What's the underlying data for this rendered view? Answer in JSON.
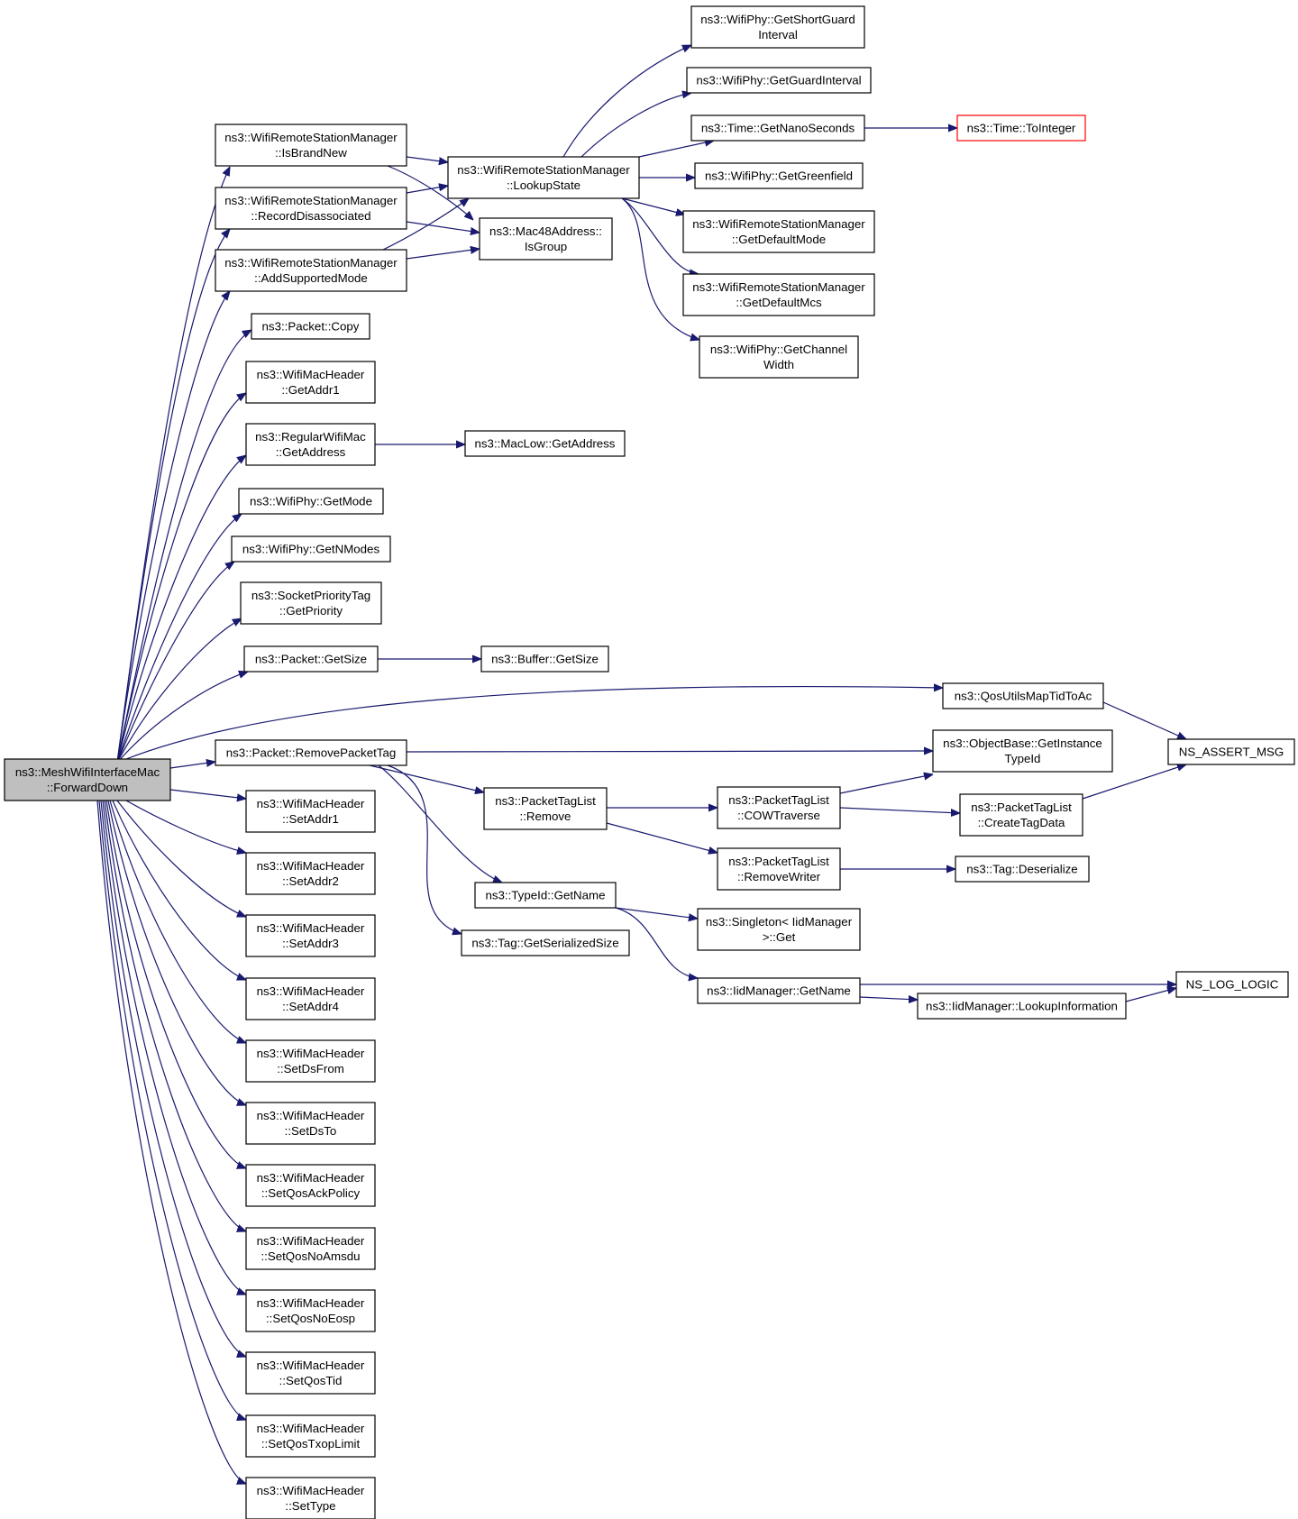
{
  "colors": {
    "edge": "#191970",
    "root_fill": "#bfbfbf",
    "node_border": "#000000",
    "truncated_border": "#ff0000"
  },
  "nodes": [
    {
      "id": "root",
      "lines": [
        "ns3::MeshWifiInterfaceMac",
        "::ForwardDown"
      ],
      "style": "root"
    },
    {
      "id": "isBrandNew",
      "lines": [
        "ns3::WifiRemoteStationManager",
        "::IsBrandNew"
      ]
    },
    {
      "id": "recordDisassoc",
      "lines": [
        "ns3::WifiRemoteStationManager",
        "::RecordDisassociated"
      ]
    },
    {
      "id": "addSupportedMode",
      "lines": [
        "ns3::WifiRemoteStationManager",
        "::AddSupportedMode"
      ]
    },
    {
      "id": "packetCopy",
      "lines": [
        "ns3::Packet::Copy"
      ]
    },
    {
      "id": "getAddr1",
      "lines": [
        "ns3::WifiMacHeader",
        "::GetAddr1"
      ]
    },
    {
      "id": "regularGetAddress",
      "lines": [
        "ns3::RegularWifiMac",
        "::GetAddress"
      ]
    },
    {
      "id": "phyGetMode",
      "lines": [
        "ns3::WifiPhy::GetMode"
      ]
    },
    {
      "id": "phyGetNModes",
      "lines": [
        "ns3::WifiPhy::GetNModes"
      ]
    },
    {
      "id": "socketPriority",
      "lines": [
        "ns3::SocketPriorityTag",
        "::GetPriority"
      ]
    },
    {
      "id": "packetGetSize",
      "lines": [
        "ns3::Packet::GetSize"
      ]
    },
    {
      "id": "removePacketTag",
      "lines": [
        "ns3::Packet::RemovePacketTag"
      ]
    },
    {
      "id": "setAddr1",
      "lines": [
        "ns3::WifiMacHeader",
        "::SetAddr1"
      ]
    },
    {
      "id": "setAddr2",
      "lines": [
        "ns3::WifiMacHeader",
        "::SetAddr2"
      ]
    },
    {
      "id": "setAddr3",
      "lines": [
        "ns3::WifiMacHeader",
        "::SetAddr3"
      ]
    },
    {
      "id": "setAddr4",
      "lines": [
        "ns3::WifiMacHeader",
        "::SetAddr4"
      ]
    },
    {
      "id": "setDsFrom",
      "lines": [
        "ns3::WifiMacHeader",
        "::SetDsFrom"
      ]
    },
    {
      "id": "setDsTo",
      "lines": [
        "ns3::WifiMacHeader",
        "::SetDsTo"
      ]
    },
    {
      "id": "setQosAckPolicy",
      "lines": [
        "ns3::WifiMacHeader",
        "::SetQosAckPolicy"
      ]
    },
    {
      "id": "setQosNoAmsdu",
      "lines": [
        "ns3::WifiMacHeader",
        "::SetQosNoAmsdu"
      ]
    },
    {
      "id": "setQosNoEosp",
      "lines": [
        "ns3::WifiMacHeader",
        "::SetQosNoEosp"
      ]
    },
    {
      "id": "setQosTid",
      "lines": [
        "ns3::WifiMacHeader",
        "::SetQosTid"
      ]
    },
    {
      "id": "setQosTxopLimit",
      "lines": [
        "ns3::WifiMacHeader",
        "::SetQosTxopLimit"
      ]
    },
    {
      "id": "setType",
      "lines": [
        "ns3::WifiMacHeader",
        "::SetType"
      ]
    },
    {
      "id": "lookupState",
      "lines": [
        "ns3::WifiRemoteStationManager",
        "::LookupState"
      ]
    },
    {
      "id": "isGroup",
      "lines": [
        "ns3::Mac48Address::",
        "IsGroup"
      ]
    },
    {
      "id": "macLowGetAddress",
      "lines": [
        "ns3::MacLow::GetAddress"
      ]
    },
    {
      "id": "bufferGetSize",
      "lines": [
        "ns3::Buffer::GetSize"
      ]
    },
    {
      "id": "qosUtils",
      "lines": [
        "ns3::QosUtilsMapTidToAc"
      ]
    },
    {
      "id": "objectBase",
      "lines": [
        "ns3::ObjectBase::GetInstance",
        "TypeId"
      ]
    },
    {
      "id": "tagListRemove",
      "lines": [
        "ns3::PacketTagList",
        "::Remove"
      ]
    },
    {
      "id": "typeIdGetName",
      "lines": [
        "ns3::TypeId::GetName"
      ]
    },
    {
      "id": "tagSerializedSize",
      "lines": [
        "ns3::Tag::GetSerializedSize"
      ]
    },
    {
      "id": "shortGuard",
      "lines": [
        "ns3::WifiPhy::GetShortGuard",
        "Interval"
      ]
    },
    {
      "id": "guardInterval",
      "lines": [
        "ns3::WifiPhy::GetGuardInterval"
      ]
    },
    {
      "id": "nanoSeconds",
      "lines": [
        "ns3::Time::GetNanoSeconds"
      ]
    },
    {
      "id": "greenfield",
      "lines": [
        "ns3::WifiPhy::GetGreenfield"
      ]
    },
    {
      "id": "defaultMode",
      "lines": [
        "ns3::WifiRemoteStationManager",
        "::GetDefaultMode"
      ]
    },
    {
      "id": "defaultMcs",
      "lines": [
        "ns3::WifiRemoteStationManager",
        "::GetDefaultMcs"
      ]
    },
    {
      "id": "channelWidth",
      "lines": [
        "ns3::WifiPhy::GetChannel",
        "Width"
      ]
    },
    {
      "id": "cowTraverse",
      "lines": [
        "ns3::PacketTagList",
        "::COWTraverse"
      ]
    },
    {
      "id": "removeWriter",
      "lines": [
        "ns3::PacketTagList",
        "::RemoveWriter"
      ]
    },
    {
      "id": "singletonGet",
      "lines": [
        "ns3::Singleton< IidManager",
        ">::Get"
      ]
    },
    {
      "id": "iidGetName",
      "lines": [
        "ns3::IidManager::GetName"
      ]
    },
    {
      "id": "toInteger",
      "lines": [
        "ns3::Time::ToInteger"
      ],
      "style": "red"
    },
    {
      "id": "createTagData",
      "lines": [
        "ns3::PacketTagList",
        "::CreateTagData"
      ]
    },
    {
      "id": "tagDeserialize",
      "lines": [
        "ns3::Tag::Deserialize"
      ]
    },
    {
      "id": "lookupInformation",
      "lines": [
        "ns3::IidManager::LookupInformation"
      ]
    },
    {
      "id": "nsAssertMsg",
      "lines": [
        "NS_ASSERT_MSG"
      ]
    },
    {
      "id": "nsLogLogic",
      "lines": [
        "NS_LOG_LOGIC"
      ]
    }
  ]
}
